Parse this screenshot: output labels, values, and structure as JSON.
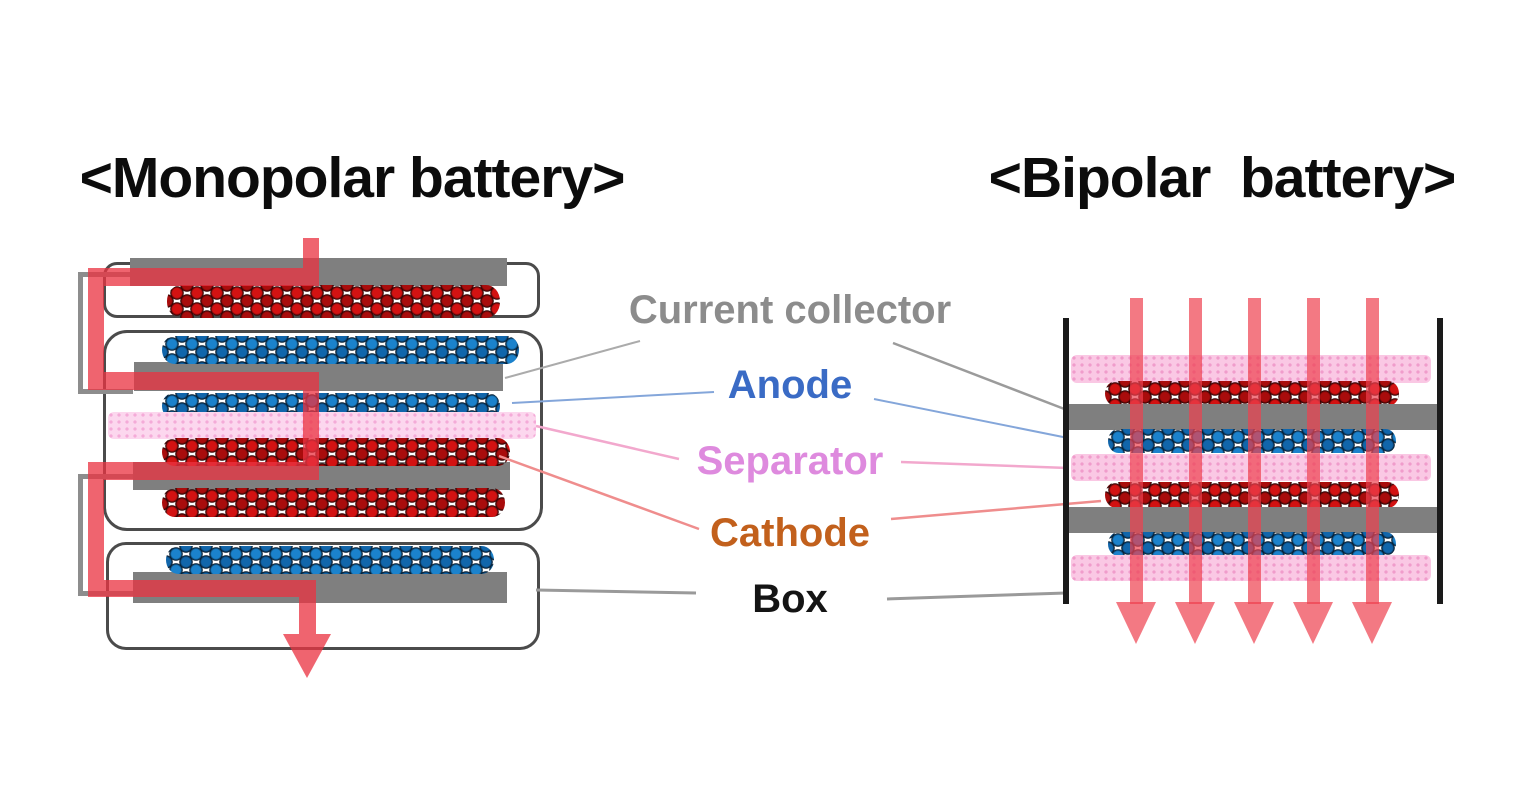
{
  "titles": {
    "left": "<Monopolar battery>",
    "right": "<Bipolar  battery>"
  },
  "labels": {
    "current_collector": "Current collector",
    "anode": "Anode",
    "separator": "Separator",
    "cathode": "Cathode",
    "box": "Box"
  },
  "colors": {
    "current_collector_label": "#8c8c8c",
    "anode_label": "#3a6bc5",
    "separator_label": "#de8ade",
    "cathode_label": "#c2601c",
    "box_label": "#141414",
    "current_flow_red": "#ee4150",
    "collector_bar_gray": "#7f7f7f",
    "cathode_particles_red": "#cc1111",
    "anode_particles_blue": "#1a7ac4",
    "separator_pink": "#f9c9e5",
    "box_outline_gray": "#4b4b4b",
    "bipolar_wall_black": "#1a1a1a"
  },
  "bipolar": {
    "arrow_count": 5
  },
  "monopolar": {
    "cell_count": 3
  }
}
